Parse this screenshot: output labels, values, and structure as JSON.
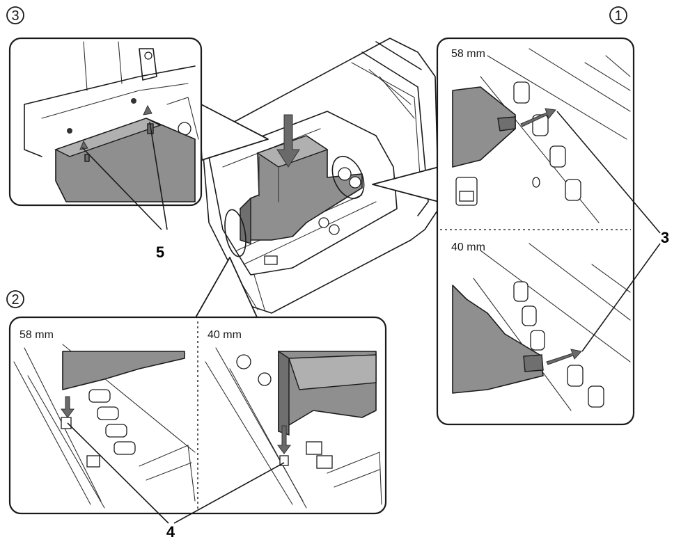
{
  "steps": {
    "step1": "1",
    "step2": "2",
    "step3": "3"
  },
  "widths": {
    "panel1_top": "58 mm",
    "panel1_bottom": "40 mm",
    "panel2_left": "58 mm",
    "panel2_right": "40 mm"
  },
  "callouts": {
    "part3": "3",
    "part4": "4",
    "part5": "5"
  }
}
